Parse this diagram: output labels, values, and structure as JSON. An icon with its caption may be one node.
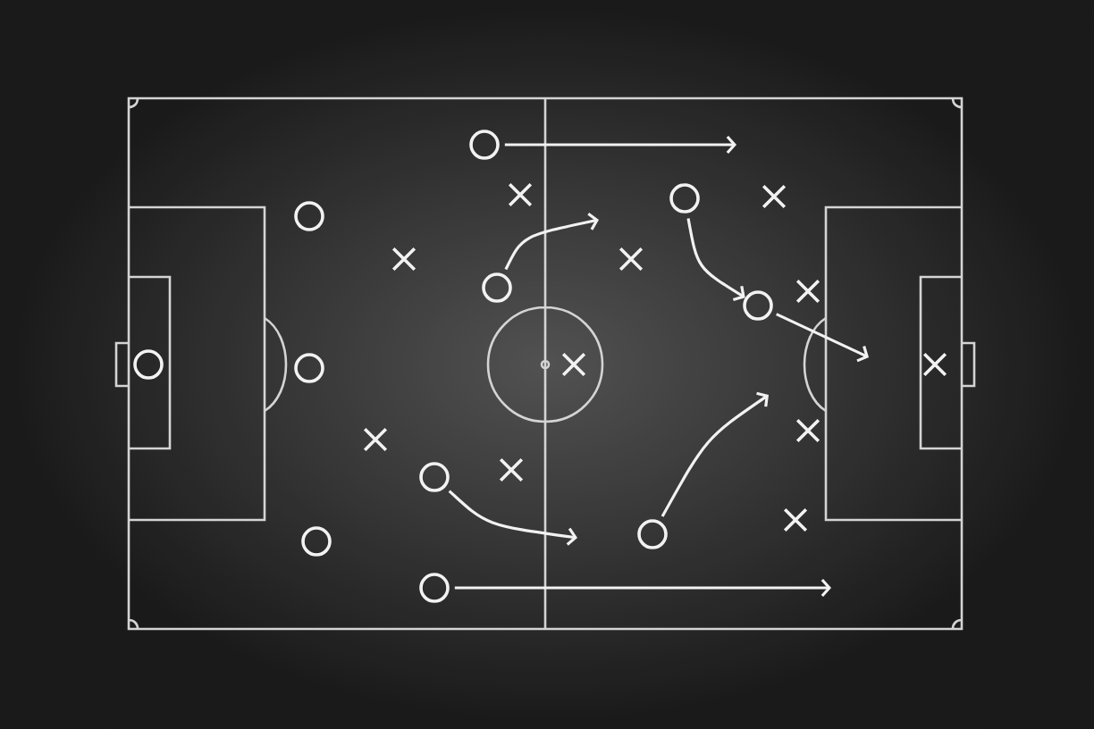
{
  "diagram": {
    "nodes": [
      {
        "text": [],
        "shape": "circle"
      },
      {
        "text": [],
        "shape": "circle"
      },
      {
        "text": [],
        "shape": "circle"
      },
      {
        "text": [],
        "shape": "circle"
      },
      {
        "text": [],
        "shape": "circle"
      },
      {
        "text": [],
        "shape": "circle"
      },
      {
        "text": [],
        "shape": "circle"
      },
      {
        "text": [],
        "shape": "circle"
      },
      {
        "text": [],
        "shape": "circle"
      },
      {
        "text": [],
        "shape": "circle"
      },
      {
        "text": [],
        "shape": "circle"
      },
      {
        "text": [],
        "shape": "cross"
      },
      {
        "text": [],
        "shape": "cross"
      },
      {
        "text": [],
        "shape": "cross"
      },
      {
        "text": [],
        "shape": "cross"
      },
      {
        "text": [],
        "shape": "cross"
      },
      {
        "text": [],
        "shape": "cross"
      },
      {
        "text": [],
        "shape": "cross"
      },
      {
        "text": [],
        "shape": "cross"
      },
      {
        "text": [],
        "shape": "cross"
      },
      {
        "text": [],
        "shape": "cross"
      },
      {
        "text": [],
        "shape": "cross"
      }
    ],
    "edges": [
      {
        "from": 6,
        "to": null,
        "arrow": "to"
      },
      {
        "from": 7,
        "to": null,
        "arrow": "to"
      },
      {
        "from": 9,
        "to": 10,
        "arrow": "to"
      },
      {
        "from": 10,
        "to": null,
        "arrow": "to"
      },
      {
        "from": 8,
        "to": null,
        "arrow": "to"
      },
      {
        "from": 4,
        "to": null,
        "arrow": "to"
      },
      {
        "from": 5,
        "to": null,
        "arrow": "to"
      }
    ]
  }
}
